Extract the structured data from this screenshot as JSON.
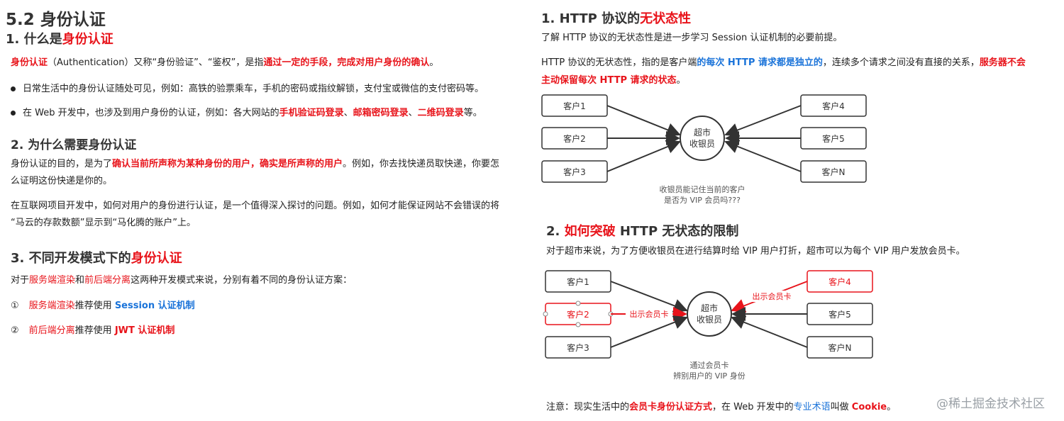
{
  "left": {
    "title": "5.2 身份认证",
    "s1": {
      "heading_pre": "1. 什么是",
      "heading_em": "身份认证",
      "def": {
        "a": "身份认证",
        "b": "（Authentication）又称“身份验证”、“鉴权”，是指",
        "c": "通过一定的手段，完成对用户身份的确认",
        "d": "。"
      },
      "bullet1": "日常生活中的身份认证随处可见，例如：高铁的验票乘车，手机的密码或指纹解锁，支付宝或微信的支付密码等。",
      "bullet2": {
        "a": "在 Web 开发中，也涉及到用户身份的认证，例如：各大网站的",
        "b": "手机验证码登录",
        "c": "、",
        "d": "邮箱密码登录",
        "e": "、",
        "f": "二维码登录",
        "g": "等。"
      }
    },
    "s2": {
      "heading": "2. 为什么需要身份认证",
      "p1": {
        "a": "身份认证的目的，是为了",
        "b": "确认当前所声称为某种身份的用户，确实是所声称的用户",
        "c": "。例如，你去找快递员取快递，你要怎",
        "d": "么证明这份快递是你的。"
      },
      "p2_l1": "在互联网项目开发中，如何对用户的身份进行认证，是一个值得深入探讨的问题。例如，如何才能保证网站不会错误的将",
      "p2_l2": "“马云的存款数额”显示到“马化腾的账户”上。"
    },
    "s3": {
      "heading_pre": "3. 不同开发模式下的",
      "heading_em": "身份认证",
      "p": {
        "a": "对于",
        "b": "服务端渲染",
        "c": "和",
        "d": "前后端分离",
        "e": "这两种开发模式来说，分别有着不同的身份认证方案："
      },
      "item1": {
        "num": "①",
        "a": "服务端渲染",
        "b": "推荐使用 ",
        "c": "Session 认证机制"
      },
      "item2": {
        "num": "②",
        "a": "前后端分离",
        "b": "推荐使用 ",
        "c": "JWT 认证机制"
      }
    }
  },
  "right": {
    "s1": {
      "heading_pre": "1. HTTP 协议的",
      "heading_em": "无状态性",
      "intro": "了解 HTTP 协议的无状态性是进一步学习 Session 认证机制的必要前提。",
      "p": {
        "a": "HTTP 协议的无状态性，指的是客户端",
        "b": "的每次 HTTP 请求都是独立的",
        "c": "，连续多个请求之间没有直接的关系，",
        "d": "服务器不会",
        "e": "主动保留每次 HTTP 请求的状态",
        "f": "。"
      }
    },
    "diagram1": {
      "left_clients": [
        "客户1",
        "客户2",
        "客户3"
      ],
      "right_clients": [
        "客户4",
        "客户5",
        "客户N"
      ],
      "center_l1": "超市",
      "center_l2": "收银员",
      "caption_l1": "收银员能记住当前的客户",
      "caption_l2": "是否为 VIP 会员吗???"
    },
    "s2": {
      "heading_pre": "2. ",
      "heading_em": "如何突破",
      "heading_post": " HTTP 无状态的限制",
      "p": "对于超市来说，为了方便收银员在进行结算时给 VIP 用户打折，超市可以为每个 VIP 用户发放会员卡。"
    },
    "diagram2": {
      "left_clients": [
        "客户1",
        "客户2",
        "客户3"
      ],
      "right_clients": [
        "客户4",
        "客户5",
        "客户N"
      ],
      "center_l1": "超市",
      "center_l2": "收银员",
      "label_left": "出示会员卡",
      "label_right": "出示会员卡",
      "caption_l1": "通过会员卡",
      "caption_l2": "辨别用户的 VIP 身份"
    },
    "note": {
      "a": "注意：现实生活中的",
      "b": "会员卡身份认证方式",
      "c": "，在 Web 开发中的",
      "d": "专业术语",
      "e": "叫做 ",
      "f": "Cookie",
      "g": "。"
    }
  },
  "watermark": "@稀土掘金技术社区",
  "colors": {
    "accent_red": "#e8141b",
    "accent_blue": "#1a73d9",
    "box_border": "#333333"
  }
}
